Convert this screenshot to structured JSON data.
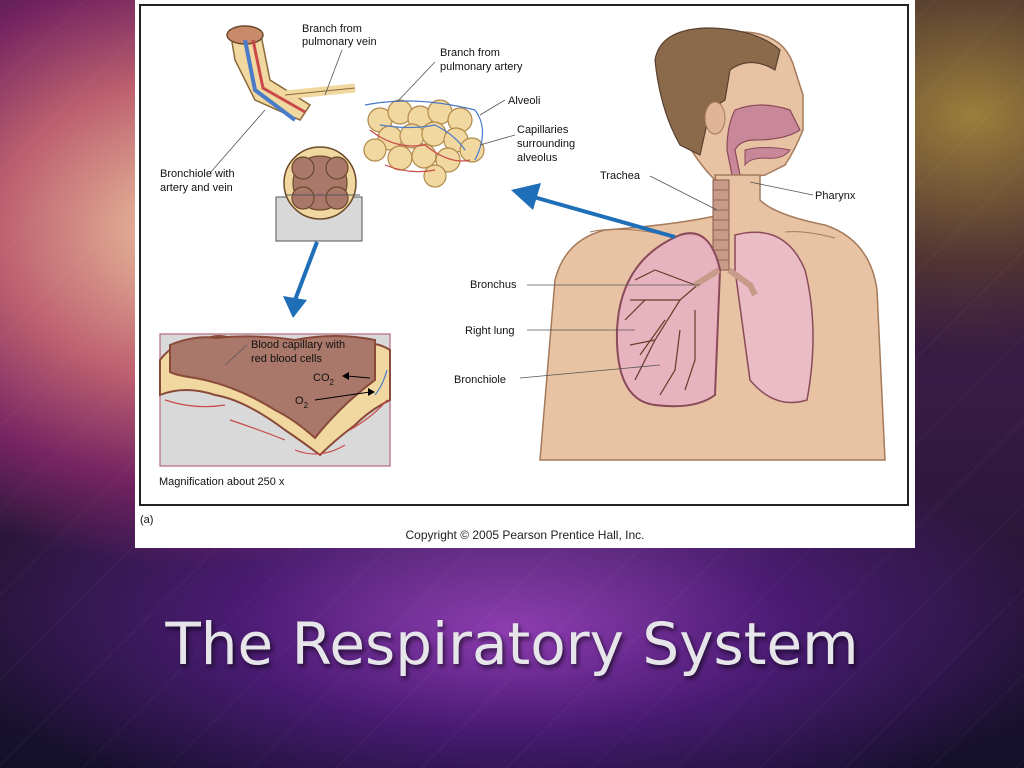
{
  "slide": {
    "title": "The Respiratory System"
  },
  "figure": {
    "labels": {
      "branch_pulmonary_vein": [
        "Branch from",
        "pulmonary vein"
      ],
      "branch_pulmonary_artery": [
        "Branch from",
        "pulmonary artery"
      ],
      "alveoli": "Alveoli",
      "capillaries": [
        "Capillaries",
        "surrounding",
        "alveolus"
      ],
      "bronchiole_artery_vein": [
        "Bronchiole with",
        "artery and vein"
      ],
      "trachea": "Trachea",
      "pharynx": "Pharynx",
      "bronchus": "Bronchus",
      "right_lung": "Right lung",
      "bronchiole": "Bronchiole",
      "blood_capillary": [
        "Blood capillary with",
        "red blood cells"
      ],
      "co2": "CO",
      "co2_sub": "2",
      "o2": "O",
      "o2_sub": "2",
      "magnification": "Magnification about 250 x",
      "panel_letter": "(a)"
    },
    "copyright": "Copyright © 2005 Pearson Prentice Hall, Inc.",
    "colors": {
      "skin": "#e8c3a3",
      "hair": "#8a6a4a",
      "lung": "#e6b3be",
      "airway": "#c79a8a",
      "alveolus": "#f1d7a0",
      "vein": "#4a7bc8",
      "artery": "#c94a4a",
      "arrow": "#1f6fb8"
    }
  }
}
